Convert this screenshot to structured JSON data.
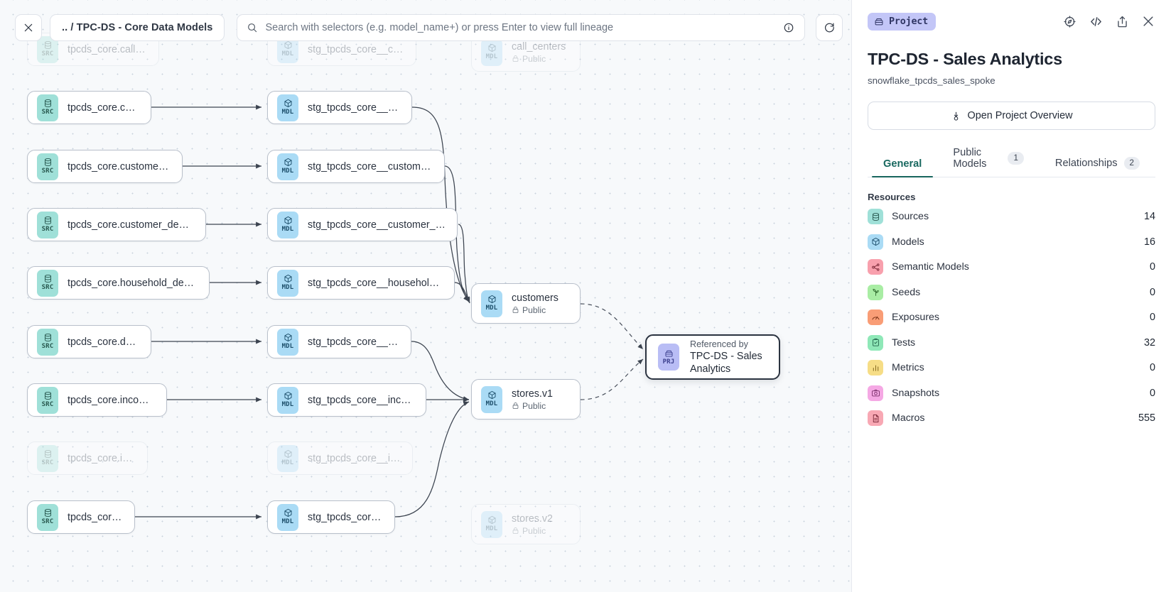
{
  "toolbar": {
    "close_icon": "close-icon",
    "breadcrumb": ".. / TPC-DS - Core Data Models",
    "search_placeholder": "Search with selectors (e.g. model_name+) or press Enter to view full lineage",
    "search_value": "",
    "search_icon": "search-icon",
    "info_icon": "info-circle-icon",
    "refresh_icon": "refresh-icon"
  },
  "lineage": {
    "nodes": [
      {
        "id": "src_call_center",
        "badge": "SRC",
        "title": "tpcds_core.call_center",
        "sub": "",
        "faded": true
      },
      {
        "id": "src_customer",
        "badge": "SRC",
        "title": "tpcds_core.customer",
        "sub": "",
        "faded": false
      },
      {
        "id": "src_cust_addr",
        "badge": "SRC",
        "title": "tpcds_core.customer_address",
        "sub": "",
        "faded": false
      },
      {
        "id": "src_cust_demo",
        "badge": "SRC",
        "title": "tpcds_core.customer_demographics",
        "sub": "",
        "faded": false
      },
      {
        "id": "src_hh_demo",
        "badge": "SRC",
        "title": "tpcds_core.household_demographics",
        "sub": "",
        "faded": false
      },
      {
        "id": "src_date_dim",
        "badge": "SRC",
        "title": "tpcds_core.date_dim",
        "sub": "",
        "faded": false
      },
      {
        "id": "src_income_band",
        "badge": "SRC",
        "title": "tpcds_core.income_band",
        "sub": "",
        "faded": false
      },
      {
        "id": "src_inventory",
        "badge": "SRC",
        "title": "tpcds_core.inventory",
        "sub": "",
        "faded": true
      },
      {
        "id": "src_store",
        "badge": "SRC",
        "title": "tpcds_core.store",
        "sub": "",
        "faded": false
      },
      {
        "id": "mdl_call_center",
        "badge": "MDL",
        "title": "stg_tpcds_core__call_center",
        "sub": "",
        "faded": true
      },
      {
        "id": "mdl_customer",
        "badge": "MDL",
        "title": "stg_tpcds_core__customer",
        "sub": "",
        "faded": false
      },
      {
        "id": "mdl_cust_addr",
        "badge": "MDL",
        "title": "stg_tpcds_core__customer_address",
        "sub": "",
        "faded": false
      },
      {
        "id": "mdl_cust_demo",
        "badge": "MDL",
        "title": "stg_tpcds_core__customer_demogra…",
        "sub": "",
        "faded": false
      },
      {
        "id": "mdl_hh_demo",
        "badge": "MDL",
        "title": "stg_tpcds_core__household_demogr…",
        "sub": "",
        "faded": false
      },
      {
        "id": "mdl_date_dim",
        "badge": "MDL",
        "title": "stg_tpcds_core__date_dim",
        "sub": "",
        "faded": false
      },
      {
        "id": "mdl_income_band",
        "badge": "MDL",
        "title": "stg_tpcds_core__income_band",
        "sub": "",
        "faded": false
      },
      {
        "id": "mdl_inventory",
        "badge": "MDL",
        "title": "stg_tpcds_core__inventory",
        "sub": "",
        "faded": true
      },
      {
        "id": "mdl_store",
        "badge": "MDL",
        "title": "stg_tpcds_core__store",
        "sub": "",
        "faded": false
      },
      {
        "id": "pub_call_centers",
        "badge": "MDL",
        "title": "call_centers",
        "sub": "Public",
        "faded": true
      },
      {
        "id": "pub_customers",
        "badge": "MDL",
        "title": "customers",
        "sub": "Public",
        "faded": false
      },
      {
        "id": "pub_stores_v1",
        "badge": "MDL",
        "title": "stores.v1",
        "sub": "Public",
        "faded": false
      },
      {
        "id": "pub_stores_v2",
        "badge": "MDL",
        "title": "stores.v2",
        "sub": "Public",
        "faded": true
      }
    ],
    "project_node": {
      "badge": "PRJ",
      "kicker": "Referenced by",
      "title": "TPC-DS - Sales Analytics"
    }
  },
  "panel": {
    "chip_label": "Project",
    "chip_icon": "project-icon",
    "icons": [
      "focus-target-icon",
      "code-brackets-icon",
      "share-icon",
      "close-icon"
    ],
    "title": "TPC-DS - Sales Analytics",
    "subtitle": "snowflake_tpcds_sales_spoke",
    "overview_button": "Open Project Overview",
    "overview_button_icon": "download-circle-icon",
    "tabs": [
      {
        "label": "General",
        "count": "",
        "active": true
      },
      {
        "label": "Public Models",
        "count": "1",
        "active": false
      },
      {
        "label": "Relationships",
        "count": "2",
        "active": false
      }
    ],
    "resources_heading": "Resources",
    "resources": [
      {
        "label": "Sources",
        "value": "14",
        "icon": "database-icon",
        "bg": "#9fe0d8",
        "fg": "#2a5a52"
      },
      {
        "label": "Models",
        "value": "16",
        "icon": "cube-icon",
        "bg": "#aadbf5",
        "fg": "#1f516e"
      },
      {
        "label": "Semantic Models",
        "value": "0",
        "icon": "nodes-icon",
        "bg": "#f8a0ad",
        "fg": "#7a2736"
      },
      {
        "label": "Seeds",
        "value": "0",
        "icon": "sprout-icon",
        "bg": "#a9eda4",
        "fg": "#2f6a2c"
      },
      {
        "label": "Exposures",
        "value": "0",
        "icon": "gauge-icon",
        "bg": "#f99d76",
        "fg": "#7c3418"
      },
      {
        "label": "Tests",
        "value": "32",
        "icon": "clipboard-icon",
        "bg": "#8fe8b8",
        "fg": "#21634a"
      },
      {
        "label": "Metrics",
        "value": "0",
        "icon": "barchart-icon",
        "bg": "#f6dd86",
        "fg": "#7a5e16"
      },
      {
        "label": "Snapshots",
        "value": "0",
        "icon": "camera-icon",
        "bg": "#f5a8e4",
        "fg": "#7a2e6a"
      },
      {
        "label": "Macros",
        "value": "555",
        "icon": "document-icon",
        "bg": "#f8a8b4",
        "fg": "#7c2a3a"
      }
    ]
  },
  "colors": {
    "accent_teal": "#17655d",
    "chip_purple": "#c3c6f7",
    "canvas_bg": "#f7f9fb"
  }
}
